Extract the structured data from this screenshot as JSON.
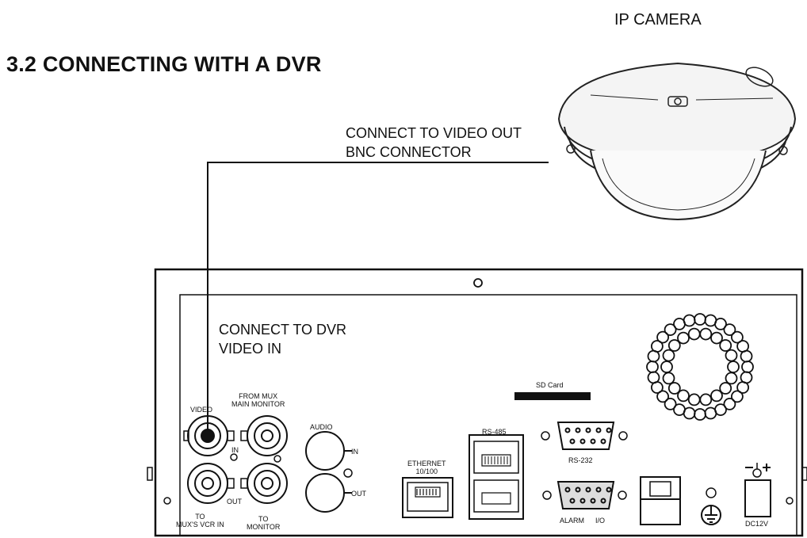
{
  "page": {
    "title": "3.2 CONNECTING WITH A DVR"
  },
  "camera": {
    "title": "IP CAMERA"
  },
  "callouts": {
    "video_out_line1": "CONNECT TO VIDEO OUT",
    "video_out_line2": "BNC CONNECTOR",
    "dvr_in_line1": "CONNECT TO DVR",
    "dvr_in_line2": "VIDEO IN"
  },
  "panel_labels": {
    "video": "VIDEO",
    "from_mux_line1": "FROM MUX",
    "from_mux_line2": "MAIN MONITOR",
    "in": "IN",
    "out": "OUT",
    "to_mux_line1": "TO",
    "to_mux_line2": "MUX'S VCR IN",
    "to_monitor_line1": "TO",
    "to_monitor_line2": "MONITOR",
    "audio": "AUDIO",
    "audio_in": "IN",
    "audio_out": "OUT",
    "ethernet_line1": "ETHERNET",
    "ethernet_line2": "10/100",
    "rs485": "RS-485",
    "sd_card": "SD Card",
    "rs232": "RS-232",
    "alarm": "ALARM",
    "io": "I/O",
    "dc12v": "DC12V"
  }
}
